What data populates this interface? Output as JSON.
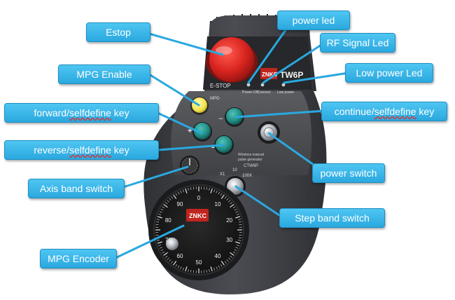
{
  "callouts": {
    "estop": "Estop",
    "mpg_enable": "MPG Enable",
    "forward_prefix": "forward/",
    "forward_word": "selfdefine",
    "forward_suffix": " key",
    "reverse_prefix": "reverse/",
    "reverse_word": "selfdefine",
    "reverse_suffix": " key",
    "axis_band_switch": "Axis band switch",
    "mpg_encoder": "MPG Encoder",
    "power_led": "power led",
    "rf_signal_led": "RF Signal Led",
    "low_power_led": "Low power Led",
    "continue_prefix": "continue/",
    "continue_word": "selfdefine",
    "continue_suffix": " key",
    "power_switch": "power switch",
    "step_band_switch": "Step band switch"
  },
  "device": {
    "estop_label": "E-STOP",
    "model": "TW6P",
    "brand": "ZNKC",
    "led_power": "Power-ON",
    "led_signal": "Connect",
    "led_low": "Low power",
    "mpg_label": "MPG",
    "panel_line1": "Wireless manual",
    "panel_line2": "pulse generator",
    "panel_line3": "CTW6P",
    "step_x1": "X1",
    "step_x10": "10",
    "step_x100": "100X",
    "forward_sign": "+",
    "reverse_sign": "−",
    "continue_sign": "~",
    "dial_numbers": [
      "0",
      "10",
      "20",
      "30",
      "40",
      "50",
      "60",
      "70",
      "80",
      "90"
    ]
  },
  "colors": {
    "callout_fill": "#2aa8df",
    "estop_red": "#d8231f",
    "mpg_yellow": "#f2e44a",
    "key_teal": "#1f8a82",
    "body_dark": "#3b3d42"
  }
}
